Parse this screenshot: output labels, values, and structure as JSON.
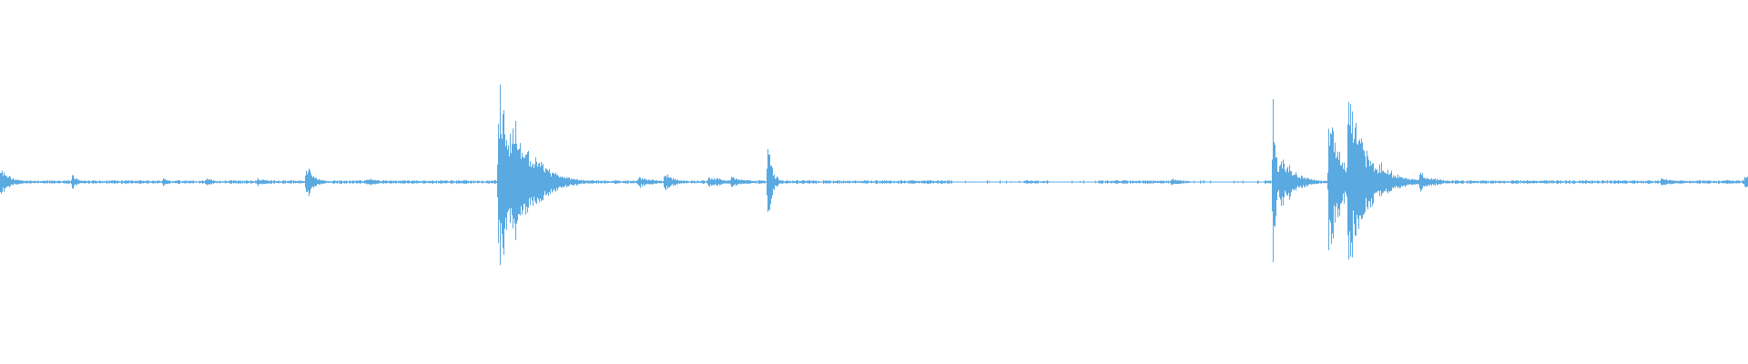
{
  "waveform": {
    "color": "#5aa9e0",
    "background": "#ffffff",
    "baseline_amplitude": 0.008,
    "bursts": [
      {
        "t": 0.0,
        "amp": 0.09,
        "decay": 0.006
      },
      {
        "t": 0.041,
        "amp": 0.05,
        "decay": 0.004
      },
      {
        "t": 0.093,
        "amp": 0.03,
        "decay": 0.003
      },
      {
        "t": 0.118,
        "amp": 0.03,
        "decay": 0.004
      },
      {
        "t": 0.147,
        "amp": 0.03,
        "decay": 0.006
      },
      {
        "t": 0.175,
        "amp": 0.13,
        "decay": 0.004
      },
      {
        "t": 0.21,
        "amp": 0.025,
        "decay": 0.008
      },
      {
        "t": 0.285,
        "amp": 0.62,
        "decay": 0.01
      },
      {
        "t": 0.293,
        "amp": 0.45,
        "decay": 0.012
      },
      {
        "t": 0.306,
        "amp": 0.18,
        "decay": 0.01
      },
      {
        "t": 0.365,
        "amp": 0.04,
        "decay": 0.008
      },
      {
        "t": 0.38,
        "amp": 0.06,
        "decay": 0.006
      },
      {
        "t": 0.405,
        "amp": 0.04,
        "decay": 0.01
      },
      {
        "t": 0.418,
        "amp": 0.035,
        "decay": 0.008
      },
      {
        "t": 0.439,
        "amp": 0.28,
        "decay": 0.0025
      },
      {
        "t": 0.52,
        "amp": 0.012,
        "decay": 0.02
      },
      {
        "t": 0.67,
        "amp": 0.025,
        "decay": 0.006
      },
      {
        "t": 0.728,
        "amp": 0.7,
        "decay": 0.0015
      },
      {
        "t": 0.732,
        "amp": 0.2,
        "decay": 0.008
      },
      {
        "t": 0.76,
        "amp": 0.5,
        "decay": 0.007
      },
      {
        "t": 0.771,
        "amp": 0.62,
        "decay": 0.01
      },
      {
        "t": 0.79,
        "amp": 0.12,
        "decay": 0.01
      },
      {
        "t": 0.812,
        "amp": 0.07,
        "decay": 0.008
      },
      {
        "t": 0.95,
        "amp": 0.025,
        "decay": 0.01
      },
      {
        "t": 0.998,
        "amp": 0.06,
        "decay": 0.003
      }
    ],
    "gaps": [
      {
        "from": 0.545,
        "to": 0.585
      },
      {
        "from": 0.6,
        "to": 0.628
      },
      {
        "from": 0.68,
        "to": 0.723
      }
    ]
  }
}
